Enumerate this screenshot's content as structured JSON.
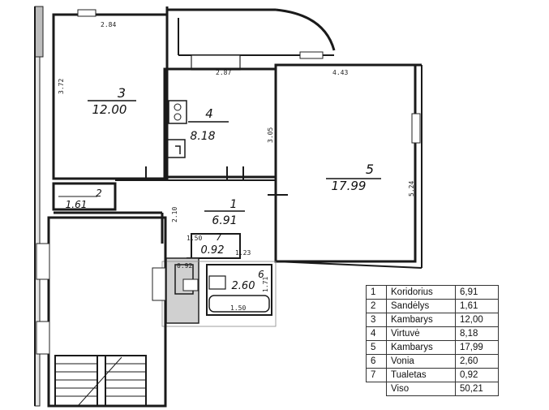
{
  "plan": {
    "rooms": [
      {
        "number": "3",
        "area": "12.00"
      },
      {
        "number": "4",
        "area": "8.18"
      },
      {
        "number": "5",
        "area": "17.99"
      },
      {
        "number": "2",
        "area": "1.61"
      },
      {
        "number": "1",
        "area": "6.91"
      },
      {
        "number": "7",
        "area": "0.92"
      },
      {
        "number": "6",
        "area": "2.60"
      }
    ],
    "dimensions": [
      "2.84",
      "3.72",
      "2.87",
      "3.05",
      "4.43",
      "5.24",
      "2.10",
      "1.50",
      "1.23",
      "1.71",
      "0.92",
      "1.50"
    ]
  },
  "table": {
    "rows": [
      {
        "n": "1",
        "name": "Koridorius",
        "area": "6,91"
      },
      {
        "n": "2",
        "name": "Sandėlys",
        "area": "1,61"
      },
      {
        "n": "3",
        "name": "Kambarys",
        "area": "12,00"
      },
      {
        "n": "4",
        "name": "Virtuvė",
        "area": "8,18"
      },
      {
        "n": "5",
        "name": "Kambarys",
        "area": "17,99"
      },
      {
        "n": "6",
        "name": "Vonia",
        "area": "2,60"
      },
      {
        "n": "7",
        "name": "Tualetas",
        "area": "0,92"
      }
    ],
    "total_label": "Viso",
    "total_value": "50,21"
  }
}
